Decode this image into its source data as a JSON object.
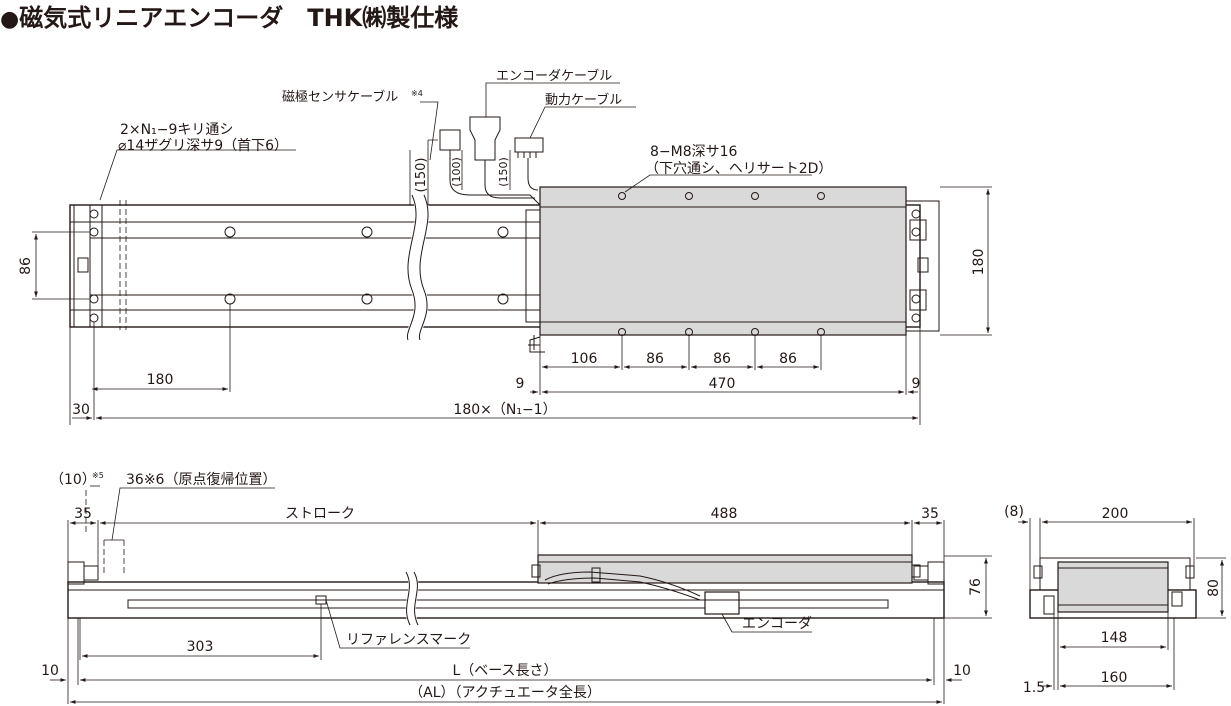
{
  "title": "磁気式リニアエンコーダ　THK㈱製仕様",
  "title_bullet": "●",
  "colors": {
    "ink": "#231815",
    "body_fill": "#ececec",
    "carriage_fill": "#d9d9d9",
    "background": "#ffffff"
  },
  "top_view": {
    "labels": {
      "hole_spec_line1": "2×N₁−9キリ通シ",
      "hole_spec_line2": "⌀14ザグリ深サ9（首下6）",
      "pole_sensor_cable": "磁極センサケーブル",
      "pole_sensor_note": "※4",
      "encoder_cable": "エンコーダケーブル",
      "power_cable": "動力ケーブル",
      "tap_spec_line1": "8−M8深サ16",
      "tap_spec_line2": "（下穴通シ、ヘリサート2D）"
    },
    "dimensions": {
      "cable_len_1": "(150)",
      "cable_len_2": "(100)",
      "cable_len_3": "(150)",
      "height_86": "86",
      "height_180": "180",
      "pitch_180": "180",
      "end_30": "30",
      "end_9_left": "9",
      "end_9_right": "9",
      "pitch_106": "106",
      "pitch_86_a": "86",
      "pitch_86_b": "86",
      "pitch_86_c": "86",
      "carriage_470": "470",
      "total_formula": "180×（N₁−1）"
    }
  },
  "side_view": {
    "labels": {
      "stroke": "ストローク",
      "reference_mark": "リファレンスマーク",
      "encoder": "エンコーダ",
      "origin_note": "36※6（原点復帰位置）",
      "base_length": "L（ベース長さ）",
      "actuator_length": "（AL）（アクチュエータ全長）"
    },
    "dimensions": {
      "offset_10_note": "（10）",
      "offset_10_ref": "※5",
      "end_35_left": "35",
      "end_35_right": "35",
      "carriage_488": "488",
      "height_76": "76",
      "ref_303": "303",
      "end_10_left": "10",
      "end_10_right": "10"
    }
  },
  "end_view": {
    "dimensions": {
      "offset_8": "(8)",
      "width_200": "200",
      "height_80": "80",
      "width_148": "148",
      "offset_1_5": "1.5",
      "width_160": "160"
    }
  }
}
